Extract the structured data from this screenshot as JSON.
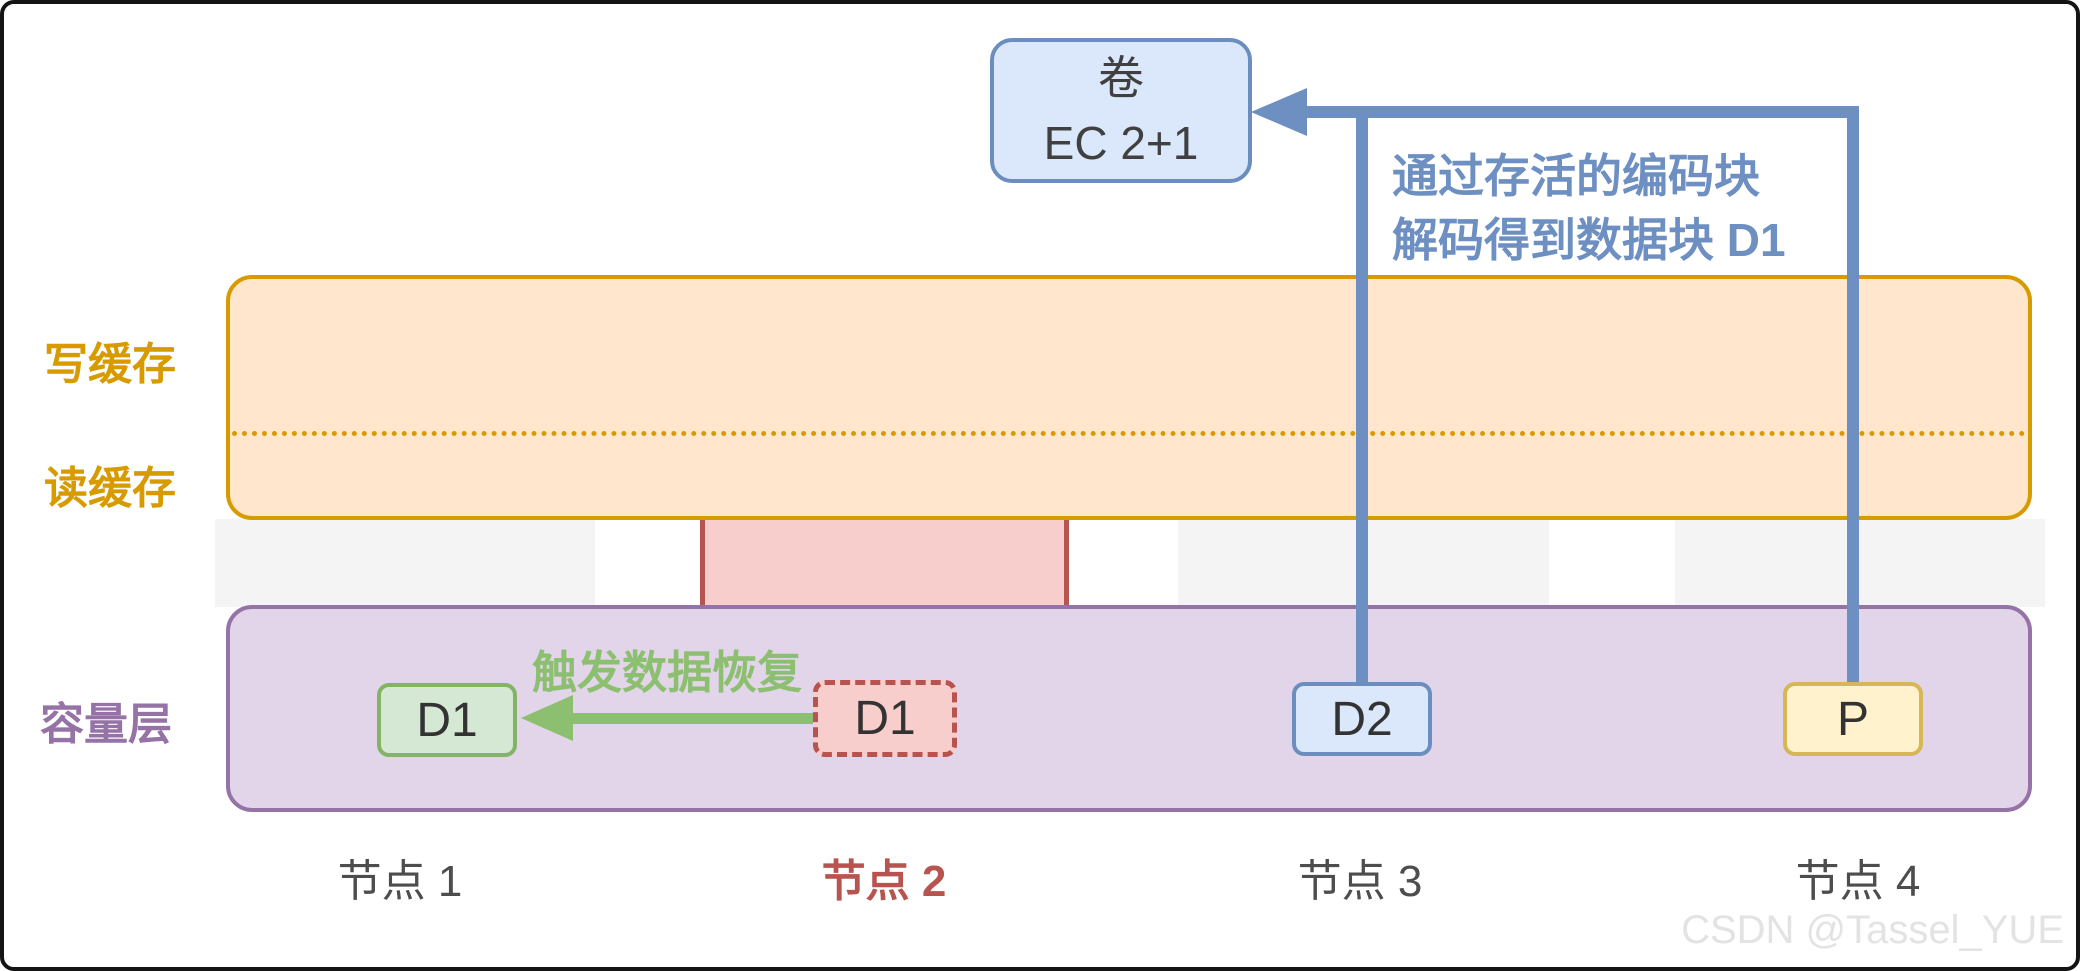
{
  "volume": {
    "title_line1": "卷",
    "title_line2": "EC 2+1"
  },
  "annotations": {
    "decode_line1": "通过存活的编码块",
    "decode_line2": "解码得到数据块 D1",
    "recovery": "触发数据恢复"
  },
  "layers": {
    "write_cache": "写缓存",
    "read_cache": "读缓存",
    "capacity": "容量层"
  },
  "blocks": [
    {
      "label": "D1",
      "state": "recovered",
      "color": "#d5e8d4",
      "stroke": "#82b366"
    },
    {
      "label": "D1",
      "state": "lost",
      "color": "#f8cecc",
      "stroke": "#b85450"
    },
    {
      "label": "D2",
      "state": "alive",
      "color": "#dbe8fc",
      "stroke": "#6c8ebf"
    },
    {
      "label": "P",
      "state": "parity",
      "color": "#fff2cc",
      "stroke": "#d6b656"
    }
  ],
  "nodes": [
    {
      "label": "节点 1",
      "status": "ok"
    },
    {
      "label": "节点 2",
      "status": "failed"
    },
    {
      "label": "节点 3",
      "status": "ok"
    },
    {
      "label": "节点 4",
      "status": "ok"
    }
  ],
  "watermark": "CSDN @Tassel_YUE",
  "colors": {
    "arrow_blue": "#6e8fc2",
    "arrow_green": "#8cbf70",
    "cache_fill": "#ffe6cc",
    "cache_stroke": "#d79b00",
    "capacity_fill": "#e2d5e9",
    "capacity_stroke": "#9673a6",
    "failed_fill": "#f8cecc",
    "failed_stroke": "#b85450",
    "connector_gray": "#f4f4f5"
  }
}
